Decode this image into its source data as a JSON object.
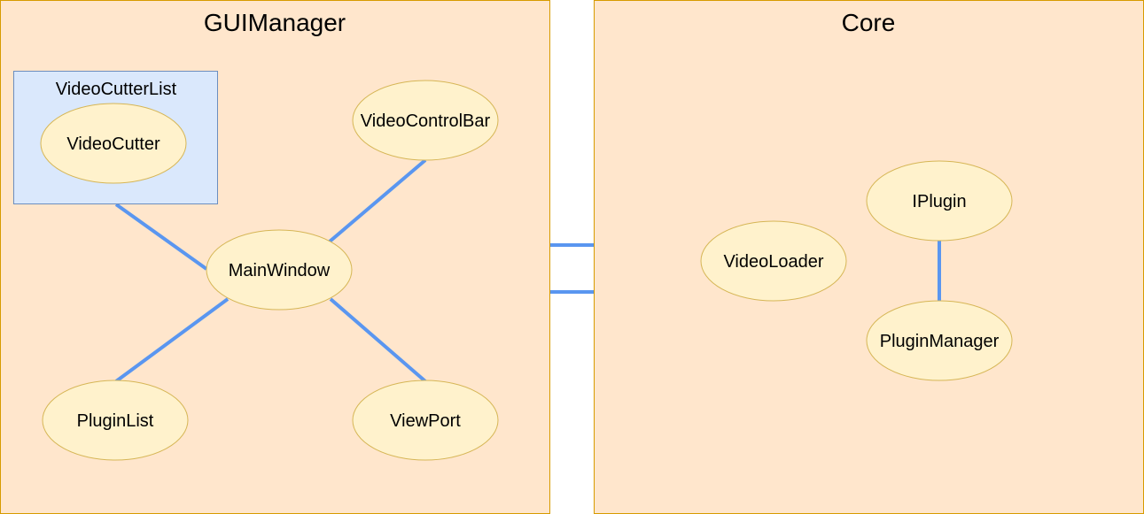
{
  "colors": {
    "container_fill": "#ffe6cc",
    "container_stroke": "#d79b00",
    "list_fill": "#dae8fc",
    "list_stroke": "#6c8ebf",
    "node_fill": "#fff2cc",
    "node_stroke": "#d6b656",
    "edge": "#5a96f0"
  },
  "containers": {
    "gui": {
      "title": "GUIManager"
    },
    "core": {
      "title": "Core"
    }
  },
  "video_cutter_list": {
    "title": "VideoCutterList"
  },
  "nodes": {
    "video_cutter": "VideoCutter",
    "video_control_bar": "VideoControlBar",
    "main_window": "MainWindow",
    "plugin_list": "PluginList",
    "view_port": "ViewPort",
    "video_loader": "VideoLoader",
    "iplugin": "IPlugin",
    "plugin_manager": "PluginManager"
  },
  "edges": [
    [
      "video_cutter_list",
      "main_window"
    ],
    [
      "video_control_bar",
      "main_window"
    ],
    [
      "main_window",
      "plugin_list"
    ],
    [
      "main_window",
      "view_port"
    ],
    [
      "iplugin",
      "plugin_manager"
    ],
    [
      "gui",
      "core"
    ]
  ]
}
